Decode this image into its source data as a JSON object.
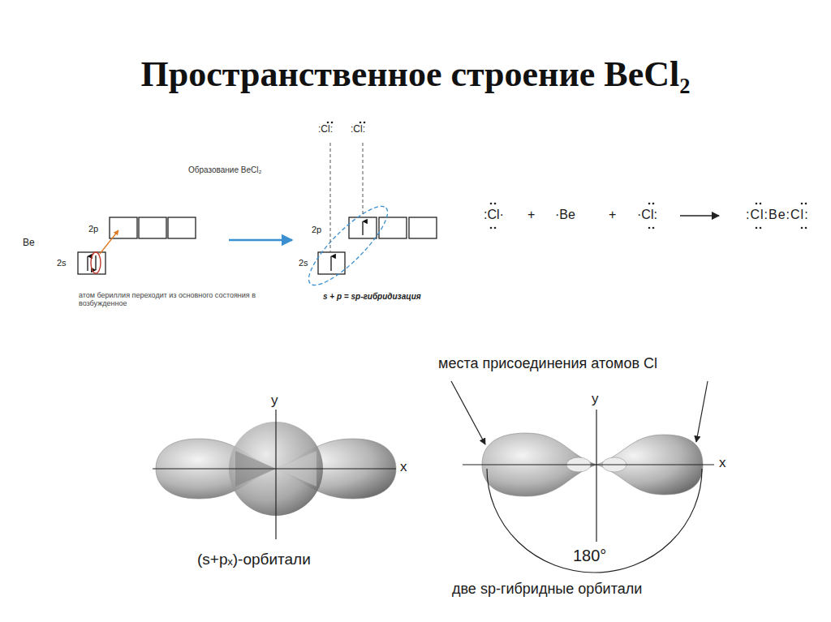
{
  "diagram": {
    "title": "Пространственное строение BeCl₂",
    "labels": [
      ":Cl:",
      ":Cl:",
      "Образование BeCl₂",
      "2p",
      "Be",
      "2s",
      "2p",
      "2s",
      "атом бериллия переходит из основного состояния в возбужденное",
      "s + p = sp-гибридизация",
      ":Cl·",
      "+",
      "·Be",
      "+",
      "·Cl:",
      ":Cl:Be:Cl:",
      "y",
      "x",
      "(s+pₓ)-орбитали",
      "места присоединения атомов Cl",
      "y",
      "x",
      "180°",
      "две sp-гибридные орбитали"
    ]
  }
}
